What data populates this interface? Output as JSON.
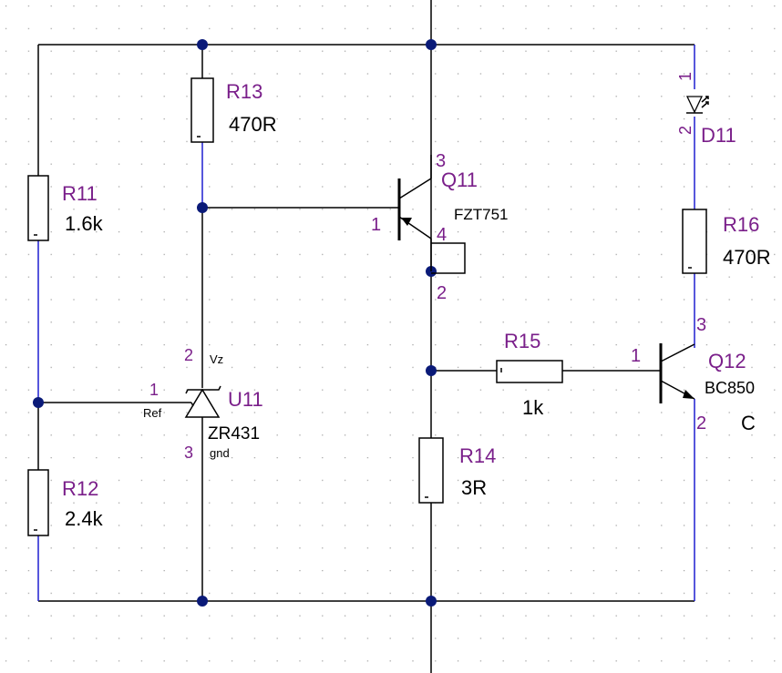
{
  "colors": {
    "wire": "#000000",
    "wire_accent": "#1f1fd0",
    "ref_label": "#7a1f8a",
    "junction": "#0a1a78",
    "grid_dot": "#9a9a9a"
  },
  "components": {
    "R11": {
      "ref": "R11",
      "value": "1.6k"
    },
    "R12": {
      "ref": "R12",
      "value": "2.4k"
    },
    "R13": {
      "ref": "R13",
      "value": "470R"
    },
    "R14": {
      "ref": "R14",
      "value": "3R"
    },
    "R15": {
      "ref": "R15",
      "value": "1k"
    },
    "R16": {
      "ref": "R16",
      "value": "470R"
    },
    "Q11": {
      "ref": "Q11",
      "value": "FZT751",
      "pin_base": "1",
      "pin_collector": "3",
      "pin_emitter": "2",
      "pin_tab": "4"
    },
    "Q12": {
      "ref": "Q12",
      "value": "BC850",
      "pin_base": "1",
      "pin_collector": "3",
      "pin_emitter": "2",
      "suffix": "C"
    },
    "U11": {
      "ref": "U11",
      "value": "ZR431",
      "pin_ref": "1",
      "pin_vz": "2",
      "pin_gnd": "3",
      "name_ref": "Ref",
      "name_vz": "Vz",
      "name_gnd": "gnd"
    },
    "D11": {
      "ref": "D11",
      "pin_anode": "1",
      "pin_cathode": "2"
    }
  }
}
